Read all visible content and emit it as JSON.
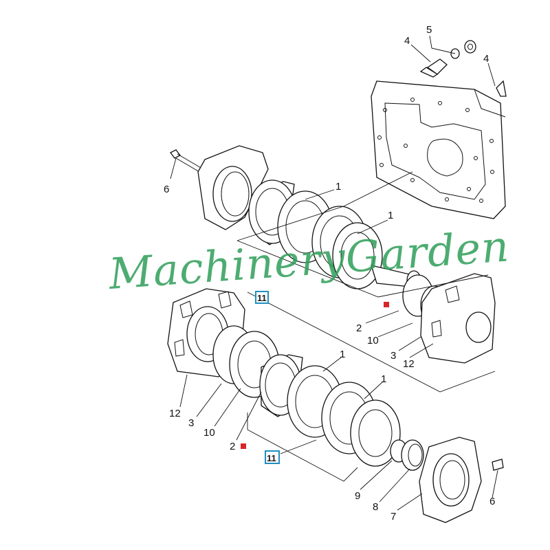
{
  "watermark": {
    "text": "MachineryGarden",
    "color": "#2e9e58"
  },
  "colors": {
    "marker": "#d9252a",
    "callout_box": "#1f8fbf",
    "line": "#111111"
  },
  "callouts": [
    {
      "id": "c5",
      "text": "5"
    },
    {
      "id": "c4a",
      "text": "4"
    },
    {
      "id": "c4b",
      "text": "4"
    },
    {
      "id": "c6a",
      "text": "6"
    },
    {
      "id": "c1a",
      "text": "1"
    },
    {
      "id": "c1b",
      "text": "1"
    },
    {
      "id": "c11a",
      "text": "11"
    },
    {
      "id": "c2a",
      "text": "2"
    },
    {
      "id": "c10a",
      "text": "10"
    },
    {
      "id": "c3a",
      "text": "3"
    },
    {
      "id": "c12a",
      "text": "12"
    },
    {
      "id": "c1c",
      "text": "1"
    },
    {
      "id": "c1d",
      "text": "1"
    },
    {
      "id": "c12b",
      "text": "12"
    },
    {
      "id": "c3b",
      "text": "3"
    },
    {
      "id": "c10b",
      "text": "10"
    },
    {
      "id": "c2b",
      "text": "2"
    },
    {
      "id": "c11b",
      "text": "11"
    },
    {
      "id": "c9",
      "text": "9"
    },
    {
      "id": "c8",
      "text": "8"
    },
    {
      "id": "c7",
      "text": "7"
    },
    {
      "id": "c6b",
      "text": "6"
    }
  ]
}
